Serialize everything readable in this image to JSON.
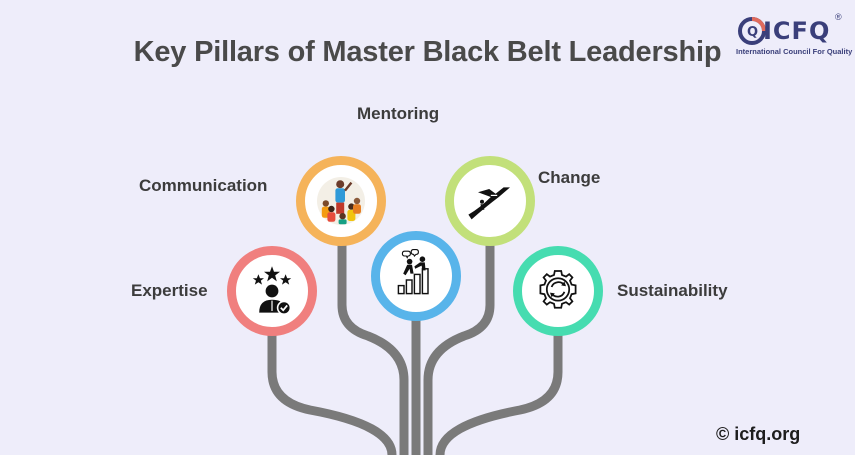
{
  "title": "Key Pillars of Master Black Belt Leadership",
  "logo": {
    "name": "ICFQ",
    "subtitle": "International Council For Quality",
    "registered": "®"
  },
  "pillars": [
    {
      "label": "Expertise",
      "color": "#f07f7e",
      "icon": "expert-stars-icon"
    },
    {
      "label": "Communication",
      "color": "#f5b35a",
      "icon": "team-presentation-icon"
    },
    {
      "label": "Mentoring",
      "color": "#58b4ea",
      "icon": "climbing-steps-icon"
    },
    {
      "label": "Change",
      "color": "#c2e07a",
      "icon": "crossroad-icon"
    },
    {
      "label": "Sustainability",
      "color": "#46dcb0",
      "icon": "gear-recycle-icon"
    }
  ],
  "branch_color": "#7a7a7a",
  "copyright": "© icfq.org"
}
